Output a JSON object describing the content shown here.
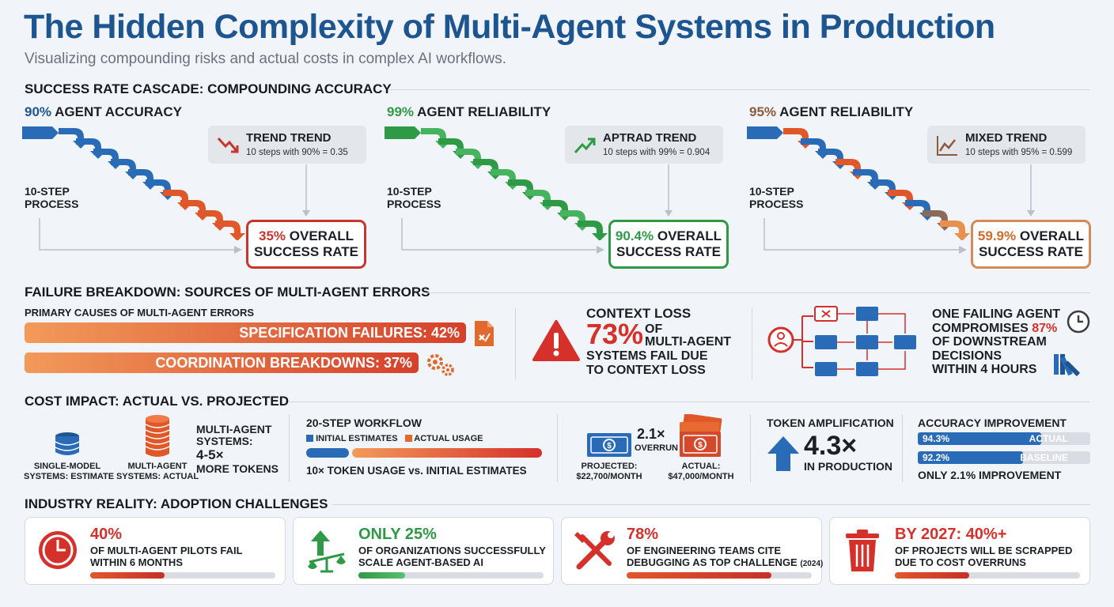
{
  "header": {
    "title": "The Hidden Complexity of Multi-Agent Systems in Production",
    "subtitle": "Visualizing compounding risks and actual costs in complex AI workflows."
  },
  "colors": {
    "blue": "#1d5590",
    "red": "#c6362c",
    "green": "#2e9a46",
    "orange": "#e06a2e",
    "brown": "#8a5a3a"
  },
  "cascade": {
    "section_title": "SUCCESS RATE CASCADE: COMPOUNDING ACCURACY",
    "panels": [
      {
        "pct": "90%",
        "title": "AGENT ACCURACY",
        "steps_label": "10-STEP PROCESS",
        "trend_title": "TREND TREND",
        "trend_sub": "10 steps with 90% = 0.35",
        "trend_icon": "trend-down-icon",
        "result_pct": "35%",
        "result_rest": "OVERALL",
        "result_line2": "SUCCESS RATE"
      },
      {
        "pct": "99%",
        "title": "AGENT RELIABILITY",
        "steps_label": "10-STEP PROCESS",
        "trend_title": "APTRAD TREND",
        "trend_sub": "10 steps with 99% = 0.904",
        "trend_icon": "trend-up-icon",
        "result_pct": "90.4%",
        "result_rest": "OVERALL",
        "result_line2": "SUCCESS RATE"
      },
      {
        "pct": "95%",
        "title": "AGENT RELIABILITY",
        "steps_label": "10-STEP PROCESS",
        "trend_title": "MIXED TREND",
        "trend_sub": "10 steps with 95% = 0.599",
        "trend_icon": "trend-mixed-icon",
        "result_pct": "59.9%",
        "result_rest": "OVERALL",
        "result_line2": "SUCCESS RATE"
      }
    ]
  },
  "failure": {
    "section_title": "FAILURE BREAKDOWN: SOURCES OF MULTI-AGENT ERRORS",
    "causes_title": "PRIMARY CAUSES OF MULTI-AGENT ERRORS",
    "bars": [
      {
        "label": "SPECIFICATION FAILURES: 42%",
        "value": 42
      },
      {
        "label": "COORDINATION BREAKDOWNS: 37%",
        "value": 37
      }
    ],
    "context": {
      "l1": "CONTEXT LOSS",
      "pct": "73%",
      "of": "OF",
      "l3": "MULTI-AGENT",
      "l4": "SYSTEMS FAIL DUE",
      "l5": "TO CONTEXT LOSS"
    },
    "cascade_text": {
      "l1": "ONE FAILING AGENT",
      "l2a": "COMPROMISES",
      "l2b": "87%",
      "l3": "OF DOWNSTREAM",
      "l4": "DECISIONS",
      "l5": "WITHIN 4 HOURS"
    }
  },
  "cost": {
    "section_title": "COST IMPACT: ACTUAL VS. PROJECTED",
    "single_label_1": "SINGLE-MODEL",
    "single_label_2": "SYSTEMS: ESTIMATE",
    "multi_label_1": "MULTI-AGENT",
    "multi_label_2": "SYSTEMS: ACTUAL",
    "multi_text_1": "MULTI-AGENT",
    "multi_text_2": "SYSTEMS:",
    "multi_text_3": "4-5×",
    "multi_text_4": "MORE TOKENS",
    "workflow_title": "20-STEP WORKFLOW",
    "legend_initial": "INITIAL ESTIMATES",
    "legend_actual": "ACTUAL USAGE",
    "workflow_note": "10× TOKEN USAGE vs. INITIAL ESTIMATES",
    "overrun_value": "2.1×",
    "overrun_label": "OVERRUN",
    "projected_1": "PROJECTED:",
    "projected_2": "$22,700/MONTH",
    "actual_1": "ACTUAL:",
    "actual_2": "$47,000/MONTH",
    "token_title": "TOKEN AMPLIFICATION",
    "token_value": "4.3×",
    "token_note": "IN PRODUCTION",
    "acc_title": "ACCURACY IMPROVEMENT",
    "acc_actual_value": "94.3%",
    "acc_actual_label": "ACTUAL",
    "acc_actual_pct": 94.3,
    "acc_baseline_value": "92.2%",
    "acc_baseline_label": "BASELINE",
    "acc_baseline_pct": 92.2,
    "acc_note": "ONLY 2.1% IMPROVEMENT"
  },
  "industry": {
    "section_title": "INDUSTRY REALITY: ADOPTION CHALLENGES",
    "cards": [
      {
        "big": "40%",
        "l1": "OF MULTI-AGENT PILOTS FAIL",
        "l2": "WITHIN 6 MONTHS",
        "icon": "clock-icon",
        "fill": 0.4
      },
      {
        "big": "ONLY 25%",
        "l1": "OF ORGANIZATIONS SUCCESSFULLY",
        "l2": "SCALE AGENT-BASED AI",
        "icon": "scale-growth-icon",
        "fill": 0.25
      },
      {
        "big": "78%",
        "l1": "OF ENGINEERING TEAMS CITE",
        "l2": "DEBUGGING AS TOP CHALLENGE",
        "l2_small": "(2024)",
        "icon": "tools-icon",
        "fill": 0.78
      },
      {
        "big": "BY 2027: 40%+",
        "l1": "OF PROJECTS WILL BE SCRAPPED",
        "l2": "DUE TO COST OVERRUNS",
        "icon": "trash-icon",
        "fill": 0.4
      }
    ]
  }
}
